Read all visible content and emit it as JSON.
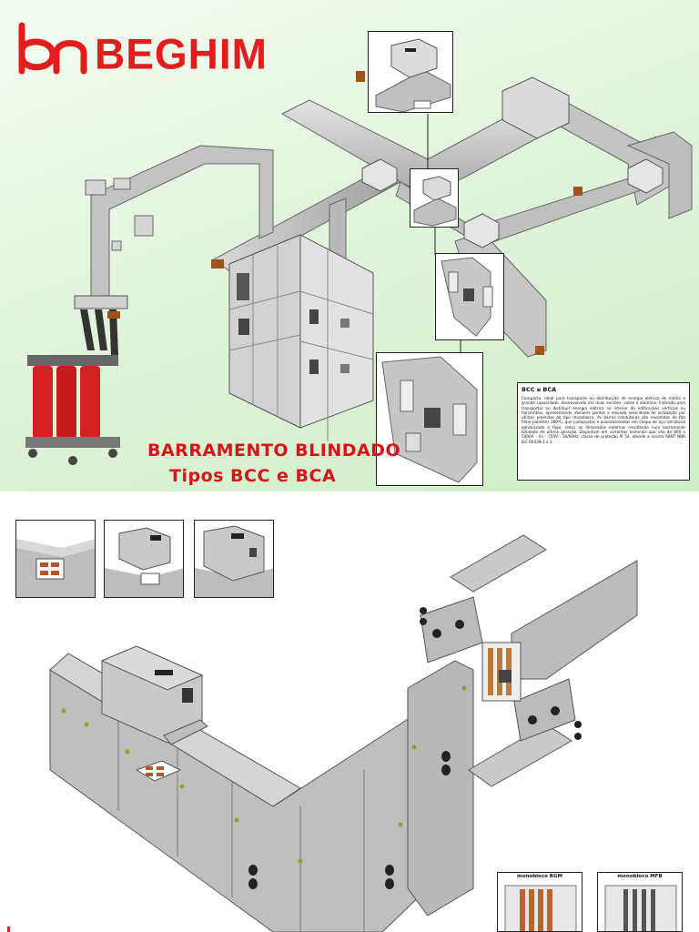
{
  "brand": {
    "name": "BEGHIM",
    "color": "#e11d1d"
  },
  "poster": {
    "title_line1": "BARRAMENTO  BLINDADO",
    "title_line2": "Tipos  BCC  e  BCA",
    "title_color": "#d4151a"
  },
  "info_box": {
    "heading": "BCC e BCA",
    "body": "Compacto, ideal para transporte ou distribuição de energia elétrica de média e grande capacidade, desenvolvido em duas versões: cobre e alumínio. Indicado para transportar ou distribuir energia elétrica no interior de edificações verticais ou horizontais, apresentando menores perdas e elevada velocidade de instalação por utilizar emendas do tipo monobloco. As barras condutoras são revestidas de fita filme poliéster 180ºC, que justapostas e acondicionadas em chapa de aço estrutural galvanizada a fogo, reduz as dimensões externas resultando num barramento blindado de última geração. Disponível em correntes nominais que vão de 800 a 5000A · Vn - 750V · 50/60Hz, classe de proteção IP 54, atende a norma ABNT NBR IEC 60439-1 e 2."
  },
  "monobloc_labels": [
    "monobloco BGM",
    "monobloco MFB"
  ],
  "colors": {
    "transformer": "#d42020",
    "duct": "#c9c9c9",
    "background_green": "#dff3d9"
  }
}
